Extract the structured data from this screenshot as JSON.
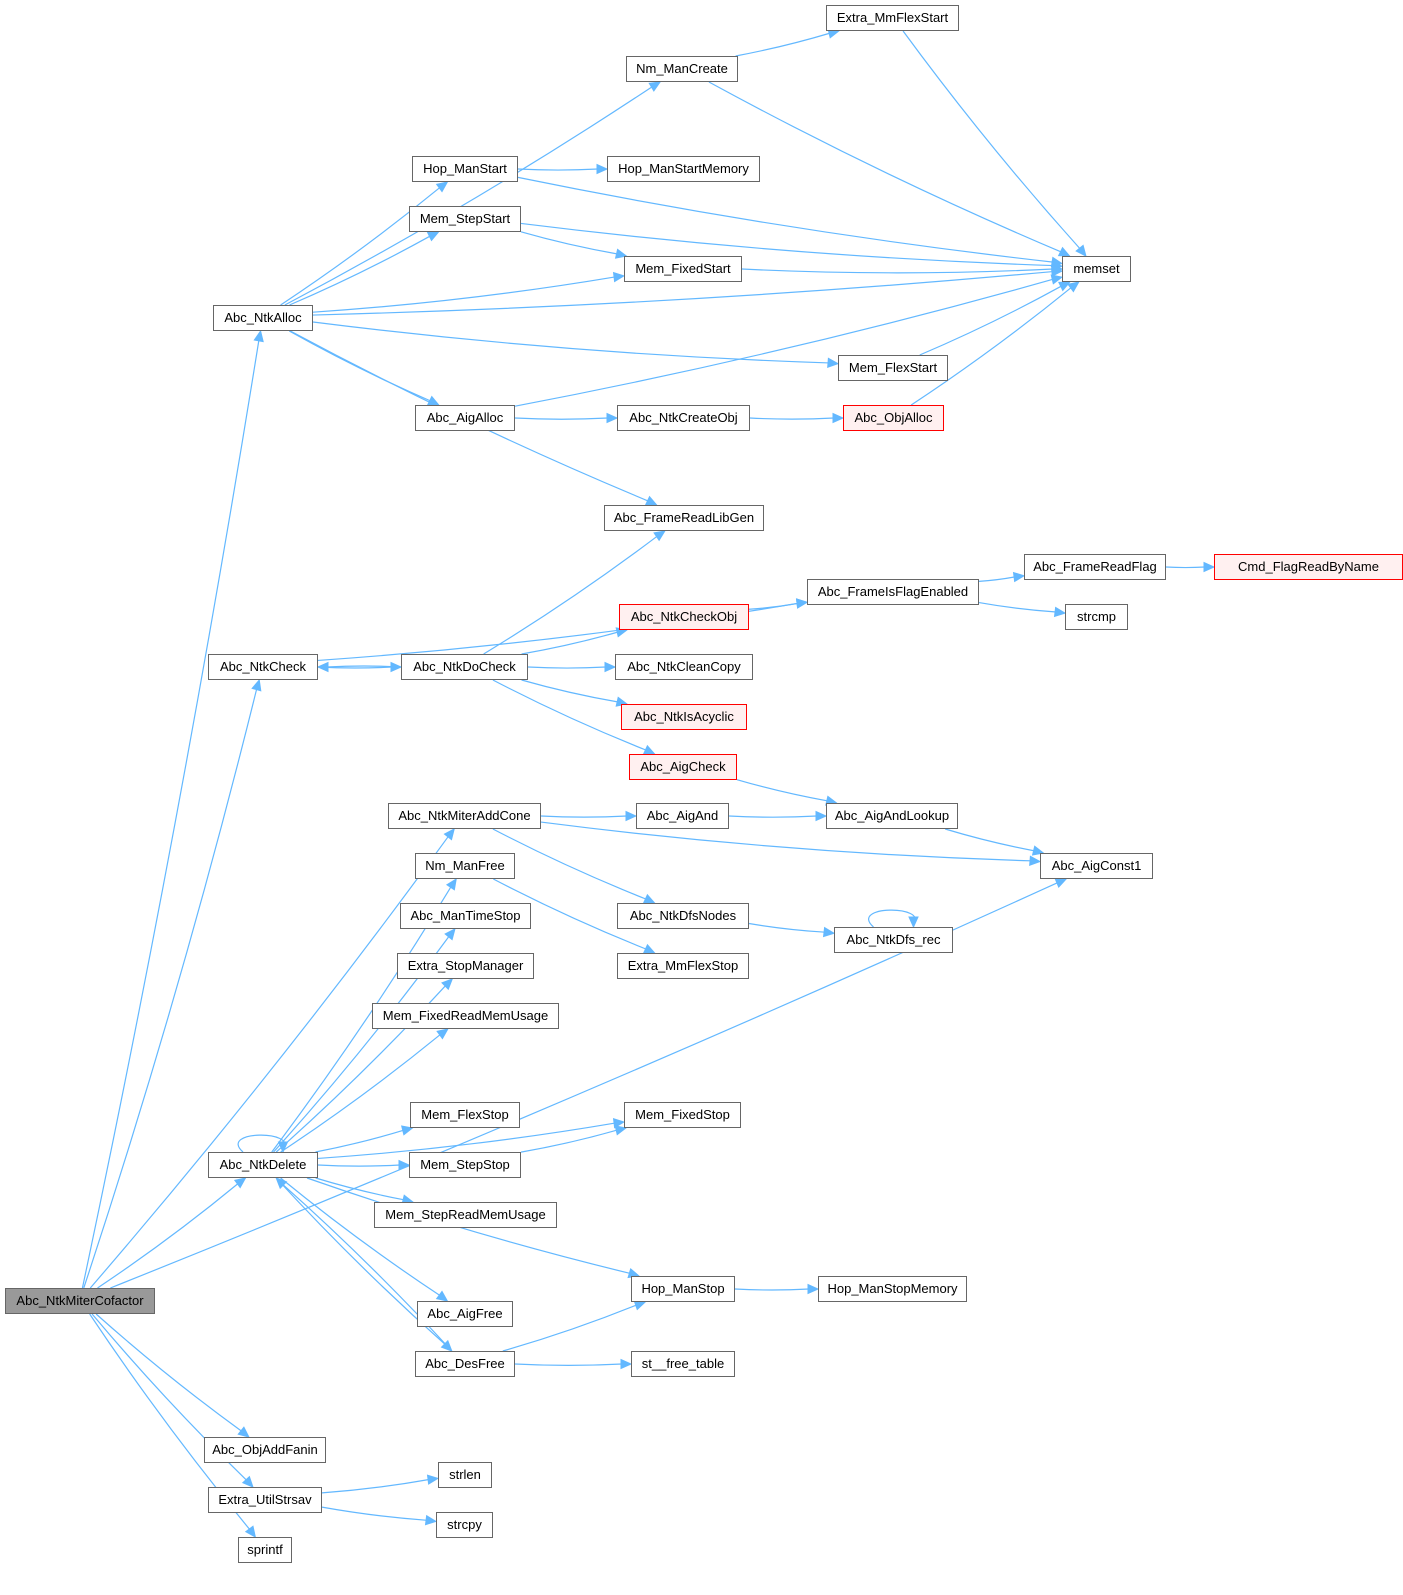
{
  "graph": {
    "title": "Abc_NtkMiterCofactor call graph",
    "colors": {
      "edge": "#63b8ff",
      "node_border": "#666666",
      "root_fill": "#999999",
      "truncated_border": "#ff0000",
      "truncated_fill": "#fff0f0"
    },
    "nodes": [
      {
        "id": "Abc_NtkMiterCofactor",
        "label": "Abc_NtkMiterCofactor",
        "kind": "root"
      },
      {
        "id": "Abc_NtkAlloc",
        "label": "Abc_NtkAlloc",
        "kind": "normal"
      },
      {
        "id": "Abc_NtkCheck",
        "label": "Abc_NtkCheck",
        "kind": "normal"
      },
      {
        "id": "Abc_NtkMiterAddCone",
        "label": "Abc_NtkMiterAddCone",
        "kind": "normal"
      },
      {
        "id": "Abc_NtkDelete",
        "label": "Abc_NtkDelete",
        "kind": "normal"
      },
      {
        "id": "Abc_ObjAddFanin",
        "label": "Abc_ObjAddFanin",
        "kind": "normal"
      },
      {
        "id": "Extra_UtilStrsav",
        "label": "Extra_UtilStrsav",
        "kind": "normal"
      },
      {
        "id": "sprintf",
        "label": "sprintf",
        "kind": "normal"
      },
      {
        "id": "Nm_ManCreate",
        "label": "Nm_ManCreate",
        "kind": "normal"
      },
      {
        "id": "Extra_MmFlexStart",
        "label": "Extra_MmFlexStart",
        "kind": "normal"
      },
      {
        "id": "Hop_ManStart",
        "label": "Hop_ManStart",
        "kind": "normal"
      },
      {
        "id": "Hop_ManStartMemory",
        "label": "Hop_ManStartMemory",
        "kind": "normal"
      },
      {
        "id": "Mem_StepStart",
        "label": "Mem_StepStart",
        "kind": "normal"
      },
      {
        "id": "Mem_FixedStart",
        "label": "Mem_FixedStart",
        "kind": "normal"
      },
      {
        "id": "memset",
        "label": "memset",
        "kind": "normal"
      },
      {
        "id": "Mem_FlexStart",
        "label": "Mem_FlexStart",
        "kind": "normal"
      },
      {
        "id": "Abc_AigAlloc",
        "label": "Abc_AigAlloc",
        "kind": "normal"
      },
      {
        "id": "Abc_NtkCreateObj",
        "label": "Abc_NtkCreateObj",
        "kind": "normal"
      },
      {
        "id": "Abc_ObjAlloc",
        "label": "Abc_ObjAlloc",
        "kind": "truncated"
      },
      {
        "id": "Abc_FrameReadLibGen",
        "label": "Abc_FrameReadLibGen",
        "kind": "normal"
      },
      {
        "id": "Abc_FrameIsFlagEnabled",
        "label": "Abc_FrameIsFlagEnabled",
        "kind": "normal"
      },
      {
        "id": "Abc_FrameReadFlag",
        "label": "Abc_FrameReadFlag",
        "kind": "normal"
      },
      {
        "id": "Cmd_FlagReadByName",
        "label": "Cmd_FlagReadByName",
        "kind": "truncated"
      },
      {
        "id": "strcmp",
        "label": "strcmp",
        "kind": "normal"
      },
      {
        "id": "Abc_NtkDoCheck",
        "label": "Abc_NtkDoCheck",
        "kind": "normal"
      },
      {
        "id": "Abc_NtkCheckObj",
        "label": "Abc_NtkCheckObj",
        "kind": "truncated"
      },
      {
        "id": "Abc_NtkCleanCopy",
        "label": "Abc_NtkCleanCopy",
        "kind": "normal"
      },
      {
        "id": "Abc_NtkIsAcyclic",
        "label": "Abc_NtkIsAcyclic",
        "kind": "truncated"
      },
      {
        "id": "Abc_AigCheck",
        "label": "Abc_AigCheck",
        "kind": "truncated"
      },
      {
        "id": "Abc_AigAnd",
        "label": "Abc_AigAnd",
        "kind": "normal"
      },
      {
        "id": "Abc_AigAndLookup",
        "label": "Abc_AigAndLookup",
        "kind": "normal"
      },
      {
        "id": "Abc_AigConst1",
        "label": "Abc_AigConst1",
        "kind": "normal"
      },
      {
        "id": "Abc_NtkDfsNodes",
        "label": "Abc_NtkDfsNodes",
        "kind": "normal"
      },
      {
        "id": "Abc_NtkDfs_rec",
        "label": "Abc_NtkDfs_rec",
        "kind": "normal"
      },
      {
        "id": "Nm_ManFree",
        "label": "Nm_ManFree",
        "kind": "normal"
      },
      {
        "id": "Extra_MmFlexStop",
        "label": "Extra_MmFlexStop",
        "kind": "normal"
      },
      {
        "id": "Abc_ManTimeStop",
        "label": "Abc_ManTimeStop",
        "kind": "normal"
      },
      {
        "id": "Extra_StopManager",
        "label": "Extra_StopManager",
        "kind": "normal"
      },
      {
        "id": "Mem_FixedReadMemUsage",
        "label": "Mem_FixedReadMemUsage",
        "kind": "normal"
      },
      {
        "id": "Mem_FlexStop",
        "label": "Mem_FlexStop",
        "kind": "normal"
      },
      {
        "id": "Mem_FixedStop",
        "label": "Mem_FixedStop",
        "kind": "normal"
      },
      {
        "id": "Mem_StepStop",
        "label": "Mem_StepStop",
        "kind": "normal"
      },
      {
        "id": "Mem_StepReadMemUsage",
        "label": "Mem_StepReadMemUsage",
        "kind": "normal"
      },
      {
        "id": "Hop_ManStop",
        "label": "Hop_ManStop",
        "kind": "normal"
      },
      {
        "id": "Hop_ManStopMemory",
        "label": "Hop_ManStopMemory",
        "kind": "normal"
      },
      {
        "id": "Abc_AigFree",
        "label": "Abc_AigFree",
        "kind": "normal"
      },
      {
        "id": "Abc_DesFree",
        "label": "Abc_DesFree",
        "kind": "normal"
      },
      {
        "id": "st__free_table",
        "label": "st__free_table",
        "kind": "normal"
      },
      {
        "id": "strlen",
        "label": "strlen",
        "kind": "normal"
      },
      {
        "id": "strcpy",
        "label": "strcpy",
        "kind": "normal"
      }
    ],
    "edges": [
      [
        "Abc_NtkMiterCofactor",
        "Abc_NtkAlloc"
      ],
      [
        "Abc_NtkMiterCofactor",
        "Abc_NtkCheck"
      ],
      [
        "Abc_NtkMiterCofactor",
        "Abc_NtkMiterAddCone"
      ],
      [
        "Abc_NtkMiterCofactor",
        "Abc_NtkDelete"
      ],
      [
        "Abc_NtkMiterCofactor",
        "Abc_AigConst1"
      ],
      [
        "Abc_NtkMiterCofactor",
        "Abc_ObjAddFanin"
      ],
      [
        "Abc_NtkMiterCofactor",
        "Extra_UtilStrsav"
      ],
      [
        "Abc_NtkMiterCofactor",
        "sprintf"
      ],
      [
        "Abc_NtkAlloc",
        "Nm_ManCreate"
      ],
      [
        "Abc_NtkAlloc",
        "Hop_ManStart"
      ],
      [
        "Abc_NtkAlloc",
        "Mem_StepStart"
      ],
      [
        "Abc_NtkAlloc",
        "Mem_FixedStart"
      ],
      [
        "Abc_NtkAlloc",
        "memset"
      ],
      [
        "Abc_NtkAlloc",
        "Mem_FlexStart"
      ],
      [
        "Abc_NtkAlloc",
        "Abc_AigAlloc"
      ],
      [
        "Abc_NtkAlloc",
        "Abc_FrameReadLibGen"
      ],
      [
        "Nm_ManCreate",
        "Extra_MmFlexStart"
      ],
      [
        "Nm_ManCreate",
        "memset"
      ],
      [
        "Extra_MmFlexStart",
        "memset"
      ],
      [
        "Hop_ManStart",
        "Hop_ManStartMemory"
      ],
      [
        "Hop_ManStart",
        "memset"
      ],
      [
        "Mem_StepStart",
        "Mem_FixedStart"
      ],
      [
        "Mem_StepStart",
        "memset"
      ],
      [
        "Mem_FixedStart",
        "memset"
      ],
      [
        "Mem_FlexStart",
        "memset"
      ],
      [
        "Abc_AigAlloc",
        "Abc_NtkCreateObj"
      ],
      [
        "Abc_AigAlloc",
        "memset"
      ],
      [
        "Abc_NtkCreateObj",
        "Abc_ObjAlloc"
      ],
      [
        "Abc_ObjAlloc",
        "memset"
      ],
      [
        "Abc_NtkCheck",
        "Abc_FrameIsFlagEnabled"
      ],
      [
        "Abc_NtkCheck",
        "Abc_NtkDoCheck"
      ],
      [
        "Abc_NtkDoCheck",
        "Abc_NtkCheck"
      ],
      [
        "Abc_NtkDoCheck",
        "Abc_FrameReadLibGen"
      ],
      [
        "Abc_NtkDoCheck",
        "Abc_NtkCheckObj"
      ],
      [
        "Abc_NtkDoCheck",
        "Abc_NtkCleanCopy"
      ],
      [
        "Abc_NtkDoCheck",
        "Abc_NtkIsAcyclic"
      ],
      [
        "Abc_NtkDoCheck",
        "Abc_AigCheck"
      ],
      [
        "Abc_NtkCheckObj",
        "Abc_FrameIsFlagEnabled"
      ],
      [
        "Abc_FrameIsFlagEnabled",
        "Abc_FrameReadFlag"
      ],
      [
        "Abc_FrameIsFlagEnabled",
        "strcmp"
      ],
      [
        "Abc_FrameReadFlag",
        "Cmd_FlagReadByName"
      ],
      [
        "Abc_AigCheck",
        "Abc_AigAndLookup"
      ],
      [
        "Abc_NtkMiterAddCone",
        "Abc_AigAnd"
      ],
      [
        "Abc_NtkMiterAddCone",
        "Abc_AigConst1"
      ],
      [
        "Abc_NtkMiterAddCone",
        "Abc_NtkDfsNodes"
      ],
      [
        "Abc_AigAnd",
        "Abc_AigAndLookup"
      ],
      [
        "Abc_AigAndLookup",
        "Abc_AigConst1"
      ],
      [
        "Abc_NtkDfsNodes",
        "Abc_NtkDfs_rec"
      ],
      [
        "Abc_NtkDfs_rec",
        "Abc_NtkDfs_rec"
      ],
      [
        "Abc_NtkDelete",
        "Abc_NtkDelete"
      ],
      [
        "Abc_NtkDelete",
        "Nm_ManFree"
      ],
      [
        "Abc_NtkDelete",
        "Abc_ManTimeStop"
      ],
      [
        "Abc_NtkDelete",
        "Extra_StopManager"
      ],
      [
        "Abc_NtkDelete",
        "Mem_FixedReadMemUsage"
      ],
      [
        "Abc_NtkDelete",
        "Mem_FixedStop"
      ],
      [
        "Abc_NtkDelete",
        "Mem_FlexStop"
      ],
      [
        "Abc_NtkDelete",
        "Mem_StepStop"
      ],
      [
        "Abc_NtkDelete",
        "Mem_StepReadMemUsage"
      ],
      [
        "Abc_NtkDelete",
        "Hop_ManStop"
      ],
      [
        "Abc_NtkDelete",
        "Abc_AigFree"
      ],
      [
        "Abc_NtkDelete",
        "Abc_DesFree"
      ],
      [
        "Abc_DesFree",
        "Abc_NtkDelete"
      ],
      [
        "Abc_DesFree",
        "Hop_ManStop"
      ],
      [
        "Abc_DesFree",
        "st__free_table"
      ],
      [
        "Nm_ManFree",
        "Extra_MmFlexStop"
      ],
      [
        "Mem_StepStop",
        "Mem_FixedStop"
      ],
      [
        "Hop_ManStop",
        "Hop_ManStopMemory"
      ],
      [
        "Extra_UtilStrsav",
        "strlen"
      ],
      [
        "Extra_UtilStrsav",
        "strcpy"
      ]
    ]
  }
}
